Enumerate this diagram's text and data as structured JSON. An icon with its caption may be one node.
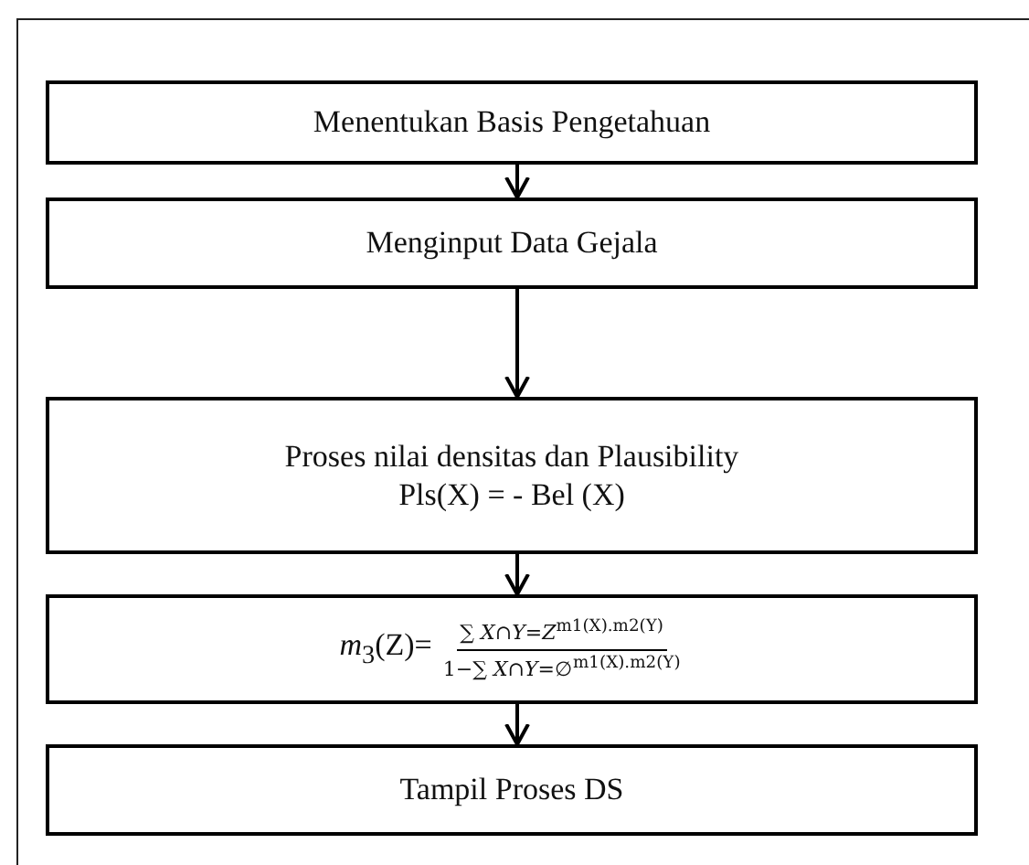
{
  "diagram": {
    "nodes": [
      {
        "text": [
          "Menentukan Basis Pengetahuan"
        ]
      },
      {
        "text": [
          "Menginput Data Gejala"
        ]
      },
      {
        "text": [
          "Proses nilai densitas dan Plausibility",
          "Pls(X) = - Bel (X)"
        ]
      },
      {
        "text": [
          "*m*$_{3}$(Z)=",
          "∑ *X*∩*Y*=*Z*$^{m1(X).m2(Y)}$",
          "1−∑ *X*∩*Y*=∅$^{m1(X).m2(Y)}$"
        ]
      },
      {
        "text": [
          "Tampil Proses DS"
        ]
      }
    ],
    "edges": [
      {
        "from": 0,
        "to": 1,
        "arrow": "to"
      },
      {
        "from": 1,
        "to": 2,
        "arrow": "to"
      },
      {
        "from": 2,
        "to": 3,
        "arrow": "to"
      },
      {
        "from": 3,
        "to": 4,
        "arrow": "to"
      }
    ]
  }
}
